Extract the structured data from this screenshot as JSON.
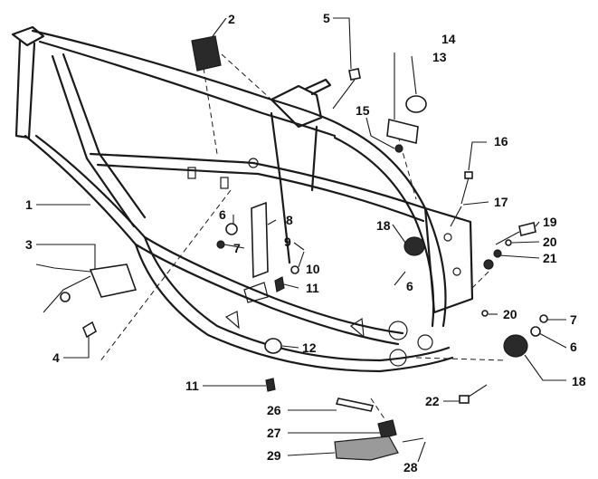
{
  "diagram": {
    "callouts": [
      {
        "id": "c1",
        "text": "1"
      },
      {
        "id": "c2",
        "text": "2"
      },
      {
        "id": "c3",
        "text": "3"
      },
      {
        "id": "c4",
        "text": "4"
      },
      {
        "id": "c5",
        "text": "5"
      },
      {
        "id": "c6a",
        "text": "6"
      },
      {
        "id": "c6b",
        "text": "6"
      },
      {
        "id": "c6c",
        "text": "6"
      },
      {
        "id": "c7a",
        "text": "7"
      },
      {
        "id": "c7b",
        "text": "7"
      },
      {
        "id": "c8",
        "text": "8"
      },
      {
        "id": "c9",
        "text": "9"
      },
      {
        "id": "c10",
        "text": "10"
      },
      {
        "id": "c11a",
        "text": "11"
      },
      {
        "id": "c11b",
        "text": "11"
      },
      {
        "id": "c12",
        "text": "12"
      },
      {
        "id": "c13",
        "text": "13"
      },
      {
        "id": "c14",
        "text": "14"
      },
      {
        "id": "c15",
        "text": "15"
      },
      {
        "id": "c16",
        "text": "16"
      },
      {
        "id": "c17",
        "text": "17"
      },
      {
        "id": "c18a",
        "text": "18"
      },
      {
        "id": "c18b",
        "text": "18"
      },
      {
        "id": "c19",
        "text": "19"
      },
      {
        "id": "c20a",
        "text": "20"
      },
      {
        "id": "c20b",
        "text": "20"
      },
      {
        "id": "c21",
        "text": "21"
      },
      {
        "id": "c22",
        "text": "22"
      },
      {
        "id": "c26",
        "text": "26"
      },
      {
        "id": "c27",
        "text": "27"
      },
      {
        "id": "c28",
        "text": "28"
      },
      {
        "id": "c29",
        "text": "29"
      }
    ]
  }
}
